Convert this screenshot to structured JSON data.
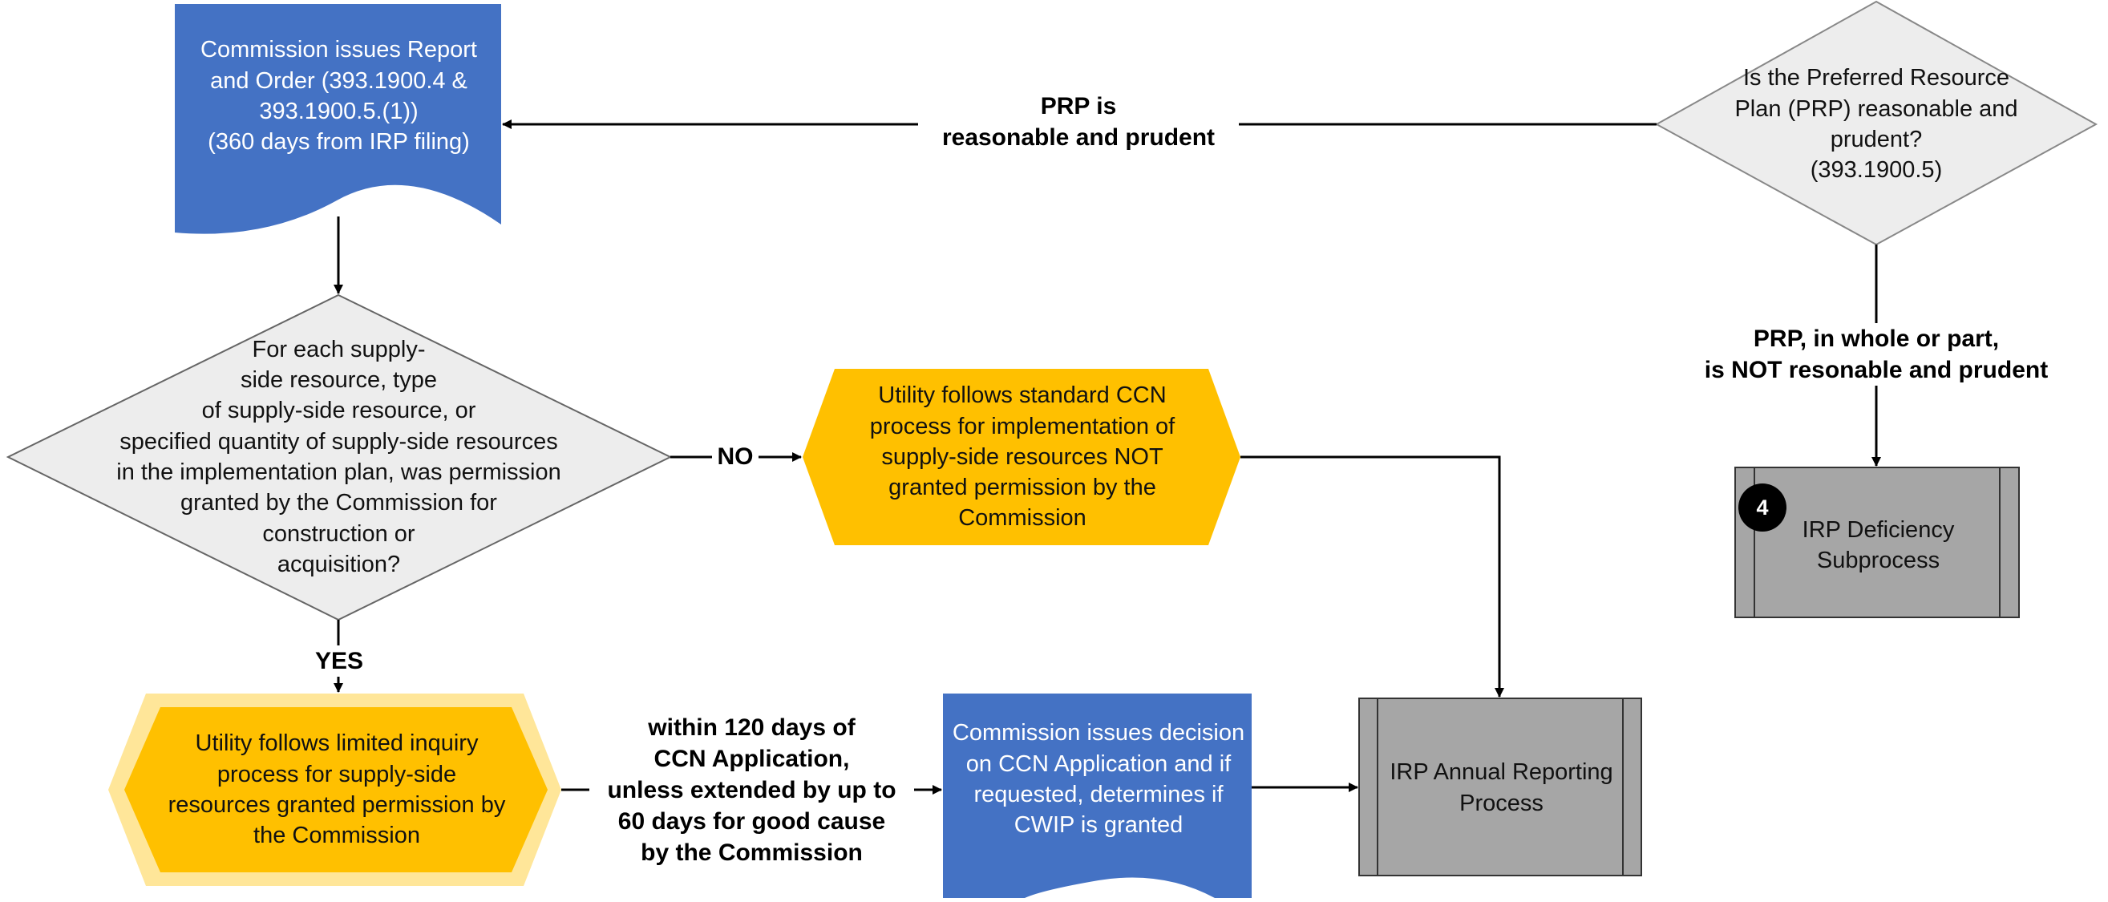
{
  "nodes": {
    "report_order": "Commission issues Report and Order (393.1900.4 & 393.1900.5.(1))\n(360 days from IRP filing)",
    "prp_question": "Is the Preferred Resource Plan (PRP) reasonable and prudent?\n(393.1900.5)",
    "permission_question": "For each supply-\nside resource, type\nof supply-side resource, or\nspecified quantity of supply-side resources\nin the implementation plan, was permission\ngranted by the Commission for\nconstruction or\nacquisition?",
    "standard_ccn": "Utility follows standard CCN process for implementation of supply-side resources NOT granted permission by the Commission",
    "limited_inquiry": "Utility follows limited inquiry process for supply-side resources granted permission by the Commission",
    "ccn_decision": "Commission issues decision on CCN Application and if requested, determines if CWIP is granted",
    "annual_reporting": "IRP Annual Reporting Process",
    "deficiency": "IRP Deficiency Subprocess",
    "deficiency_badge": "4"
  },
  "edges": {
    "prp_yes": "PRP is\nreasonable and prudent",
    "prp_no": "PRP, in whole or part,\nis NOT resonable and prudent",
    "no_label": "NO",
    "yes_label": "YES",
    "timing": "within 120 days of\nCCN Application,\nunless extended by up to\n60 days for good cause\nby the Commission"
  },
  "colors": {
    "blue": "#4472C4",
    "orange": "#FFC000",
    "orange_halo": "#FFE699",
    "gray_diamond": "#EDEDED",
    "gray_process": "#A6A6A6",
    "line": "#000000"
  }
}
